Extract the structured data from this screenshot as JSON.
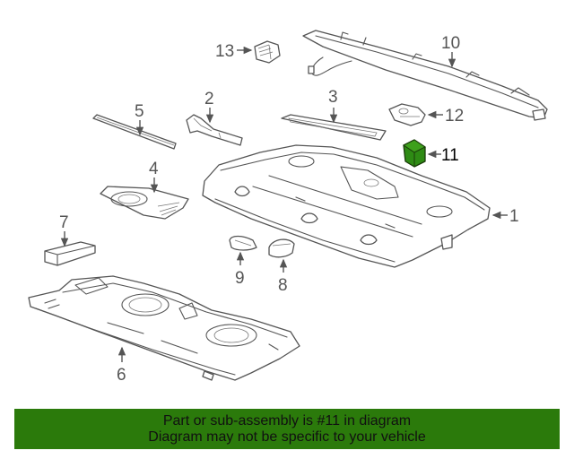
{
  "callouts": {
    "c1": "1",
    "c2": "2",
    "c3": "3",
    "c4": "4",
    "c5": "5",
    "c6": "6",
    "c7": "7",
    "c8": "8",
    "c9": "9",
    "c10": "10",
    "c11": "11",
    "c12": "12",
    "c13": "13"
  },
  "highlight_part": "11",
  "colors": {
    "highlight": "#2e8b14",
    "banner": "#2b7a0b",
    "line": "#555555"
  },
  "banner": {
    "line1": "Part or sub-assembly is #11 in diagram",
    "line2": "Diagram may not be specific to your vehicle"
  }
}
